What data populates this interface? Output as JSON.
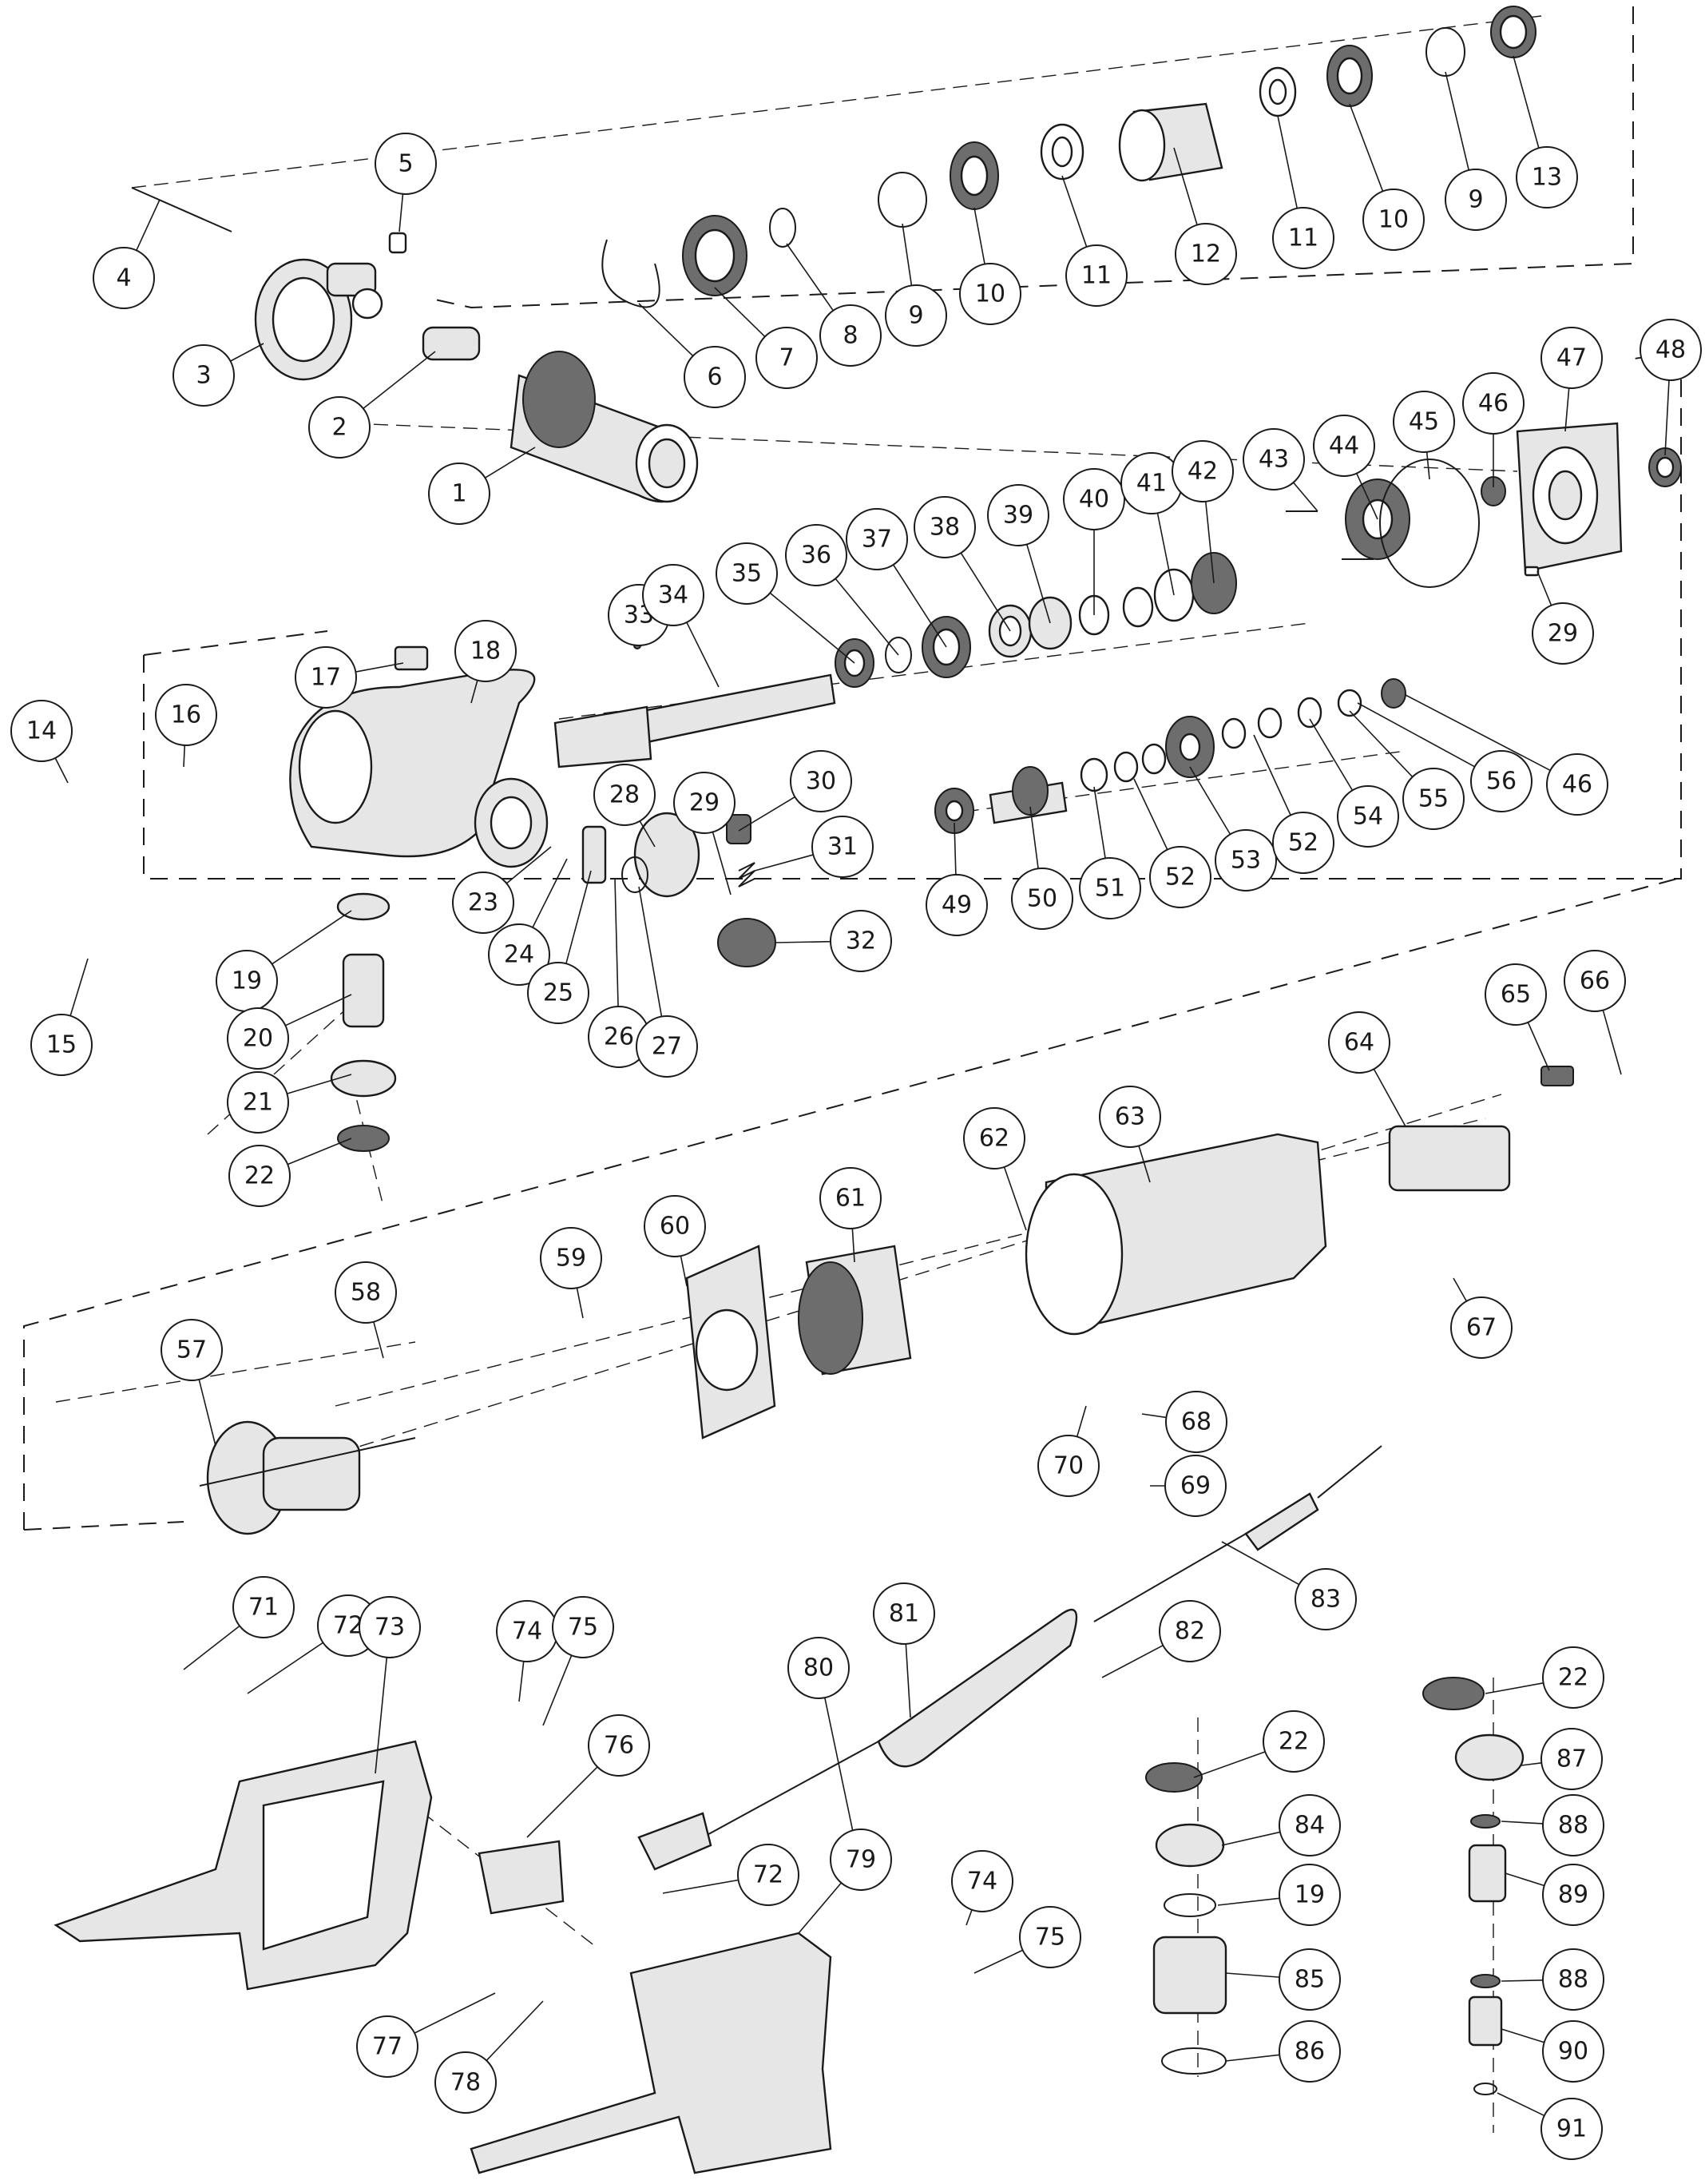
{
  "diagram": {
    "callouts": [
      "1",
      "2",
      "3",
      "4",
      "5",
      "6",
      "7",
      "8",
      "9",
      "10",
      "11",
      "12",
      "13",
      "14",
      "15",
      "16",
      "17",
      "18",
      "19",
      "20",
      "21",
      "22",
      "23",
      "24",
      "25",
      "26",
      "27",
      "28",
      "29",
      "30",
      "31",
      "32",
      "33",
      "34",
      "35",
      "36",
      "37",
      "38",
      "39",
      "40",
      "41",
      "42",
      "43",
      "44",
      "45",
      "46",
      "47",
      "48",
      "49",
      "50",
      "51",
      "52",
      "53",
      "54",
      "55",
      "56",
      "57",
      "58",
      "59",
      "60",
      "61",
      "62",
      "63",
      "64",
      "65",
      "66",
      "67",
      "68",
      "69",
      "70",
      "71",
      "72",
      "73",
      "74",
      "75",
      "76",
      "77",
      "78",
      "79",
      "80",
      "81",
      "82",
      "83",
      "84",
      "85",
      "86",
      "87",
      "88",
      "89",
      "90",
      "91"
    ]
  }
}
